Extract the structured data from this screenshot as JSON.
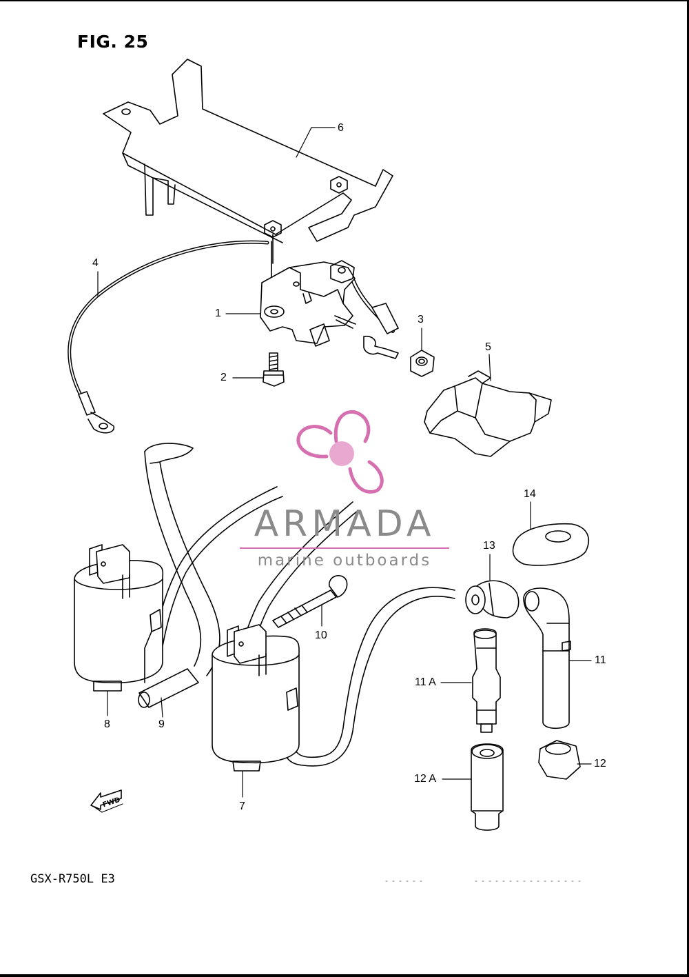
{
  "figure": {
    "title": "FIG. 25",
    "model": "GSX-R750L  E3"
  },
  "callouts": {
    "p1": "1",
    "p2": "2",
    "p3": "3",
    "p4": "4",
    "p5": "5",
    "p6": "6",
    "p7": "7",
    "p8": "8",
    "p9": "9",
    "p10": "10",
    "p11": "11",
    "p11a": "11 A",
    "p12": "12",
    "p12a": "12 A",
    "p13": "13",
    "p14": "14"
  },
  "fwd_label": "FWD",
  "watermark": {
    "brand": "ARMADA",
    "tagline": "marine outboards",
    "accent_color": "#d66fb0"
  }
}
